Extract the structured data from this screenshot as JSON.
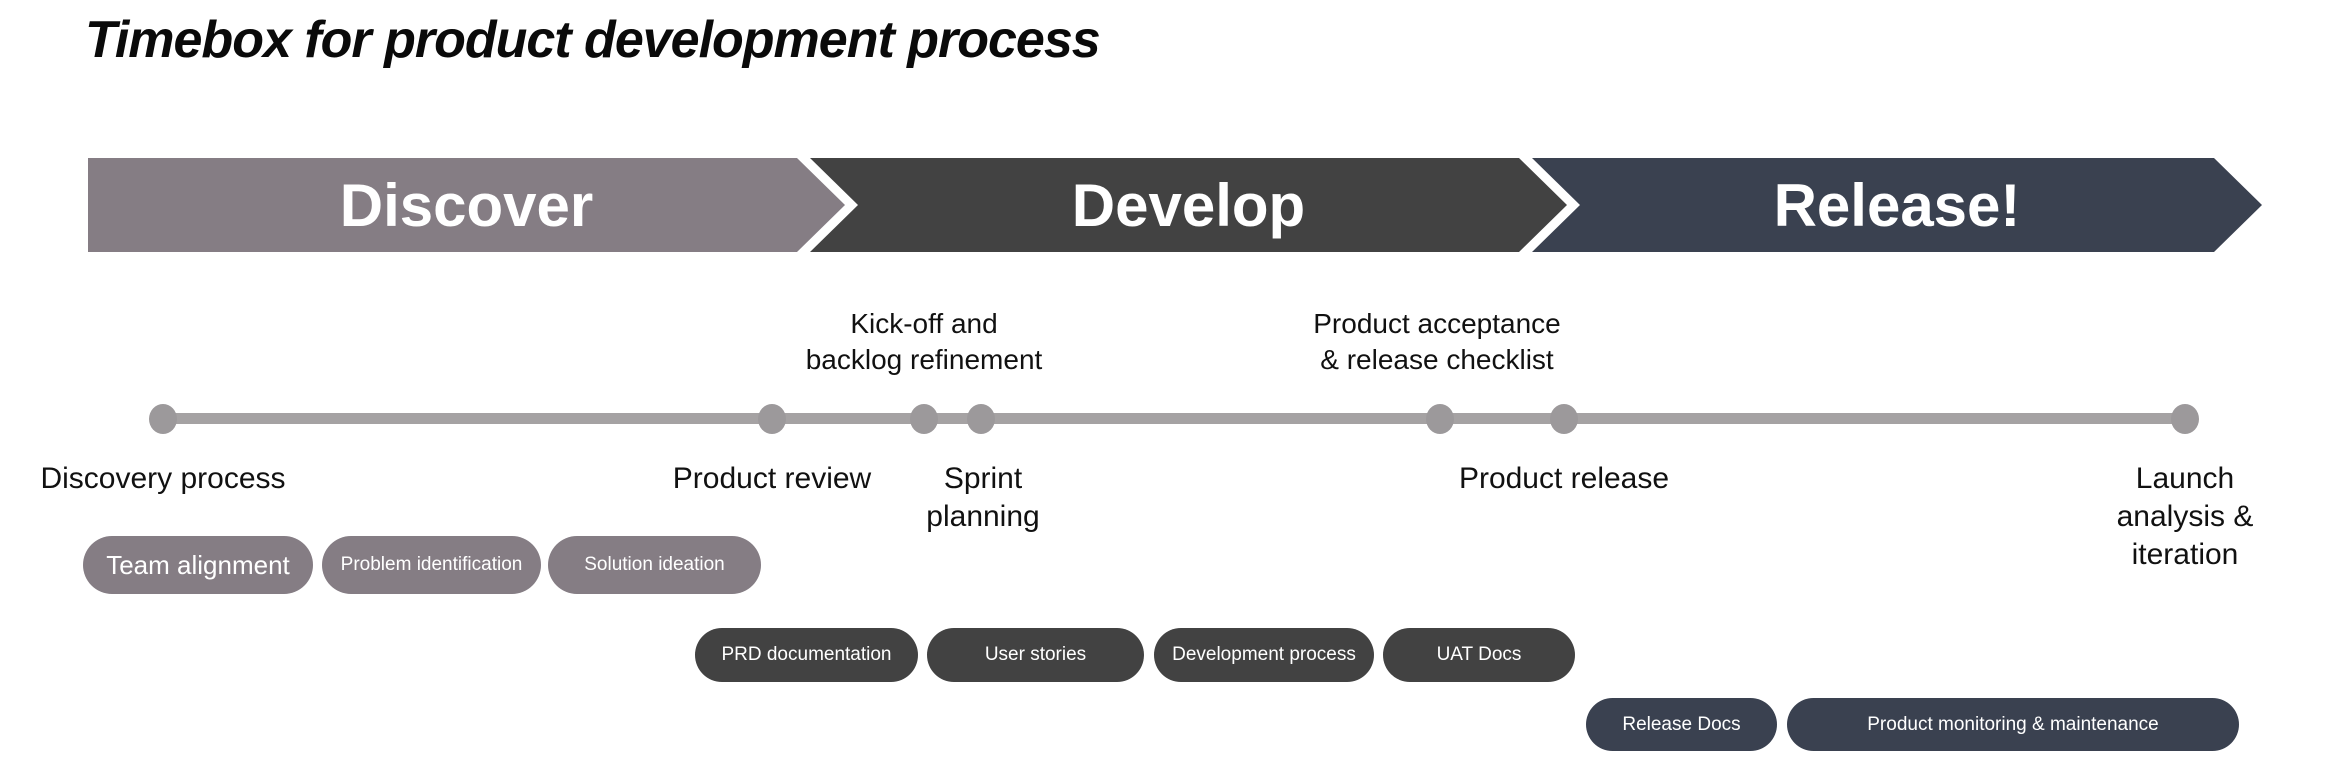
{
  "title": "Timebox for product development process",
  "phases": [
    {
      "label": "Discover",
      "color": "#857D84"
    },
    {
      "label": "Develop",
      "color": "#424242"
    },
    {
      "label": "Release!",
      "color": "#3A4150"
    }
  ],
  "timeline": {
    "line_color": "#A5A2A3",
    "dot_color": "#9C999B",
    "dot_count": 7,
    "milestones_above": [
      {
        "label": "Kick-off and\nbacklog refinement"
      },
      {
        "label": "Product acceptance\n& release checklist"
      }
    ],
    "milestones_below": [
      {
        "label": "Discovery process"
      },
      {
        "label": "Product review"
      },
      {
        "label": "Sprint\nplanning"
      },
      {
        "label": "Product release"
      },
      {
        "label": "Launch analysis &\niteration"
      }
    ]
  },
  "pill_groups": [
    {
      "phase": "Discover",
      "color": "#857D84",
      "pills": [
        "Team alignment",
        "Problem identification",
        "Solution ideation"
      ]
    },
    {
      "phase": "Develop",
      "color": "#424242",
      "pills": [
        "PRD documentation",
        "User stories",
        "Development process",
        "UAT Docs"
      ]
    },
    {
      "phase": "Release",
      "color": "#3A4150",
      "pills": [
        "Release Docs",
        "Product monitoring & maintenance"
      ]
    }
  ]
}
